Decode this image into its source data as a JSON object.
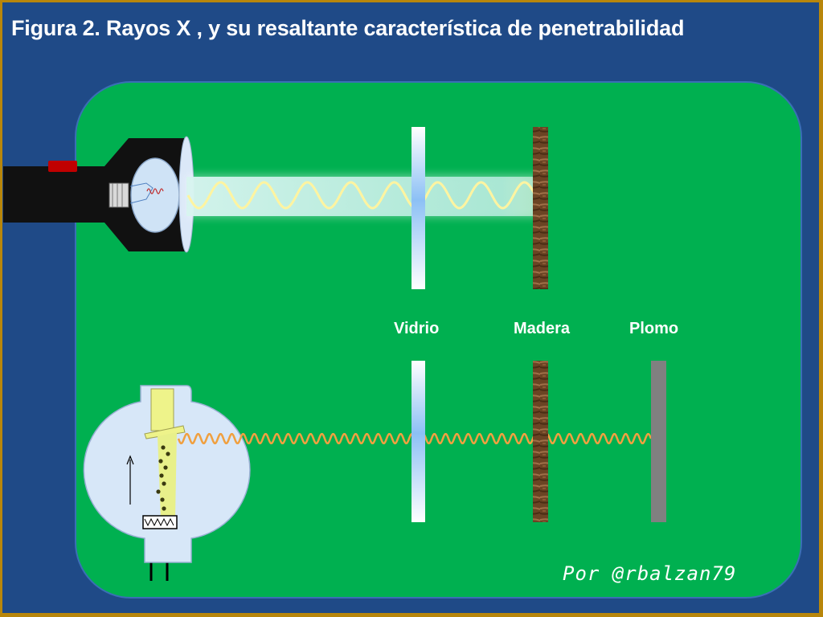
{
  "title": "Figura 2. Rayos X , y su resaltante característica de penetrabilidad",
  "labels": {
    "vidrio": "Vidrio",
    "madera": "Madera",
    "plomo": "Plomo"
  },
  "signature": "Por @rbalzan79",
  "colors": {
    "background_frame": "#1f4a87",
    "panel": "#00b050",
    "wave_top": "#fff4a0",
    "wave_bottom": "#f0a040",
    "glass": "#9cc8f5",
    "wood": "#7a4e2a",
    "lead": "#808080"
  },
  "icons": {
    "flashlight": "flashlight-icon",
    "xray_tube": "xray-tube-icon"
  }
}
